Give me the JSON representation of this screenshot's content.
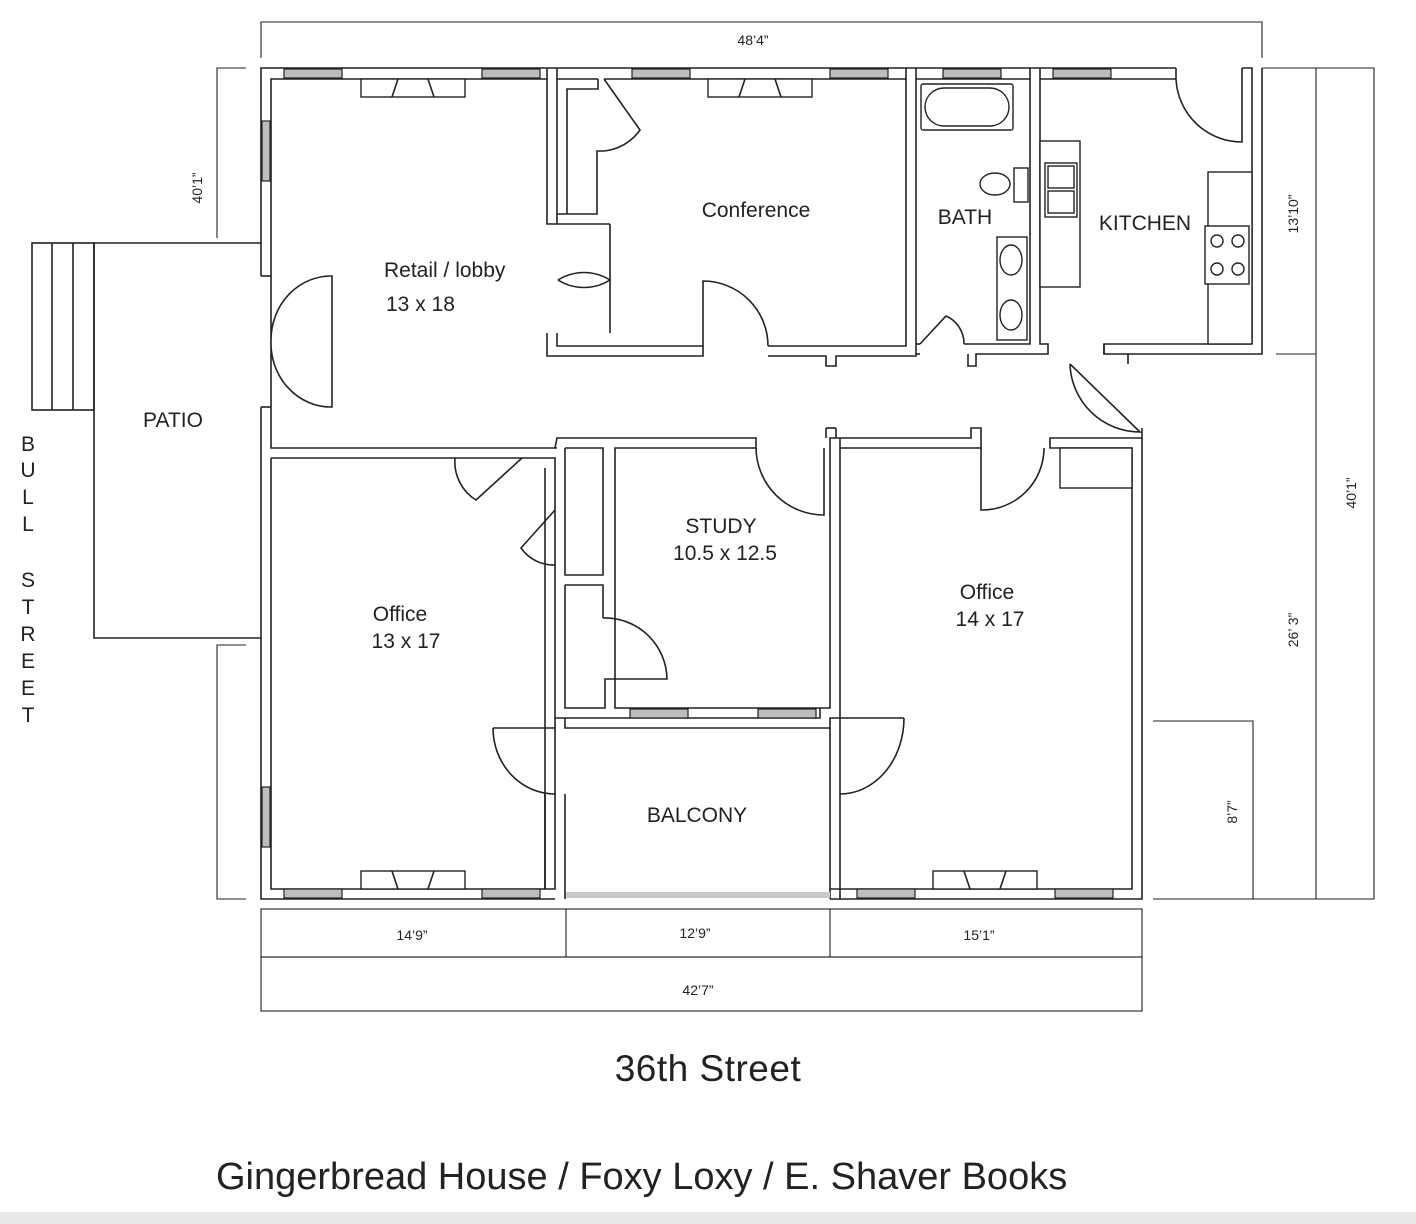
{
  "rooms": {
    "retail": {
      "name": "Retail / lobby",
      "size": "13 x 18"
    },
    "conference": {
      "name": "Conference"
    },
    "bath": {
      "name": "BATH"
    },
    "kitchen": {
      "name": "KITCHEN"
    },
    "patio": {
      "name": "PATIO"
    },
    "office_left": {
      "name": "Office",
      "size": "13 x 17"
    },
    "study": {
      "name": "STUDY",
      "size": "10.5 x 12.5"
    },
    "office_right": {
      "name": "Office",
      "size": "14 x 17"
    },
    "balcony": {
      "name": "BALCONY"
    }
  },
  "dimensions": {
    "top_width": "48’4”",
    "left_upper": "40’1”",
    "right_outer": "40’1”",
    "right_upper": "13’10”",
    "right_lower": "26’ 3”",
    "balcony_depth": "8’7”",
    "bottom_left": "14’9”",
    "bottom_mid": "12’9”",
    "bottom_right": "15’1”",
    "bottom_total": "42’7”"
  },
  "streets": {
    "side": [
      "B",
      "U",
      "L",
      "L",
      "",
      "S",
      "T",
      "R",
      "E",
      "E",
      "T"
    ],
    "front": "36th Street"
  },
  "title": "Gingerbread House / Foxy Loxy / E. Shaver Books"
}
